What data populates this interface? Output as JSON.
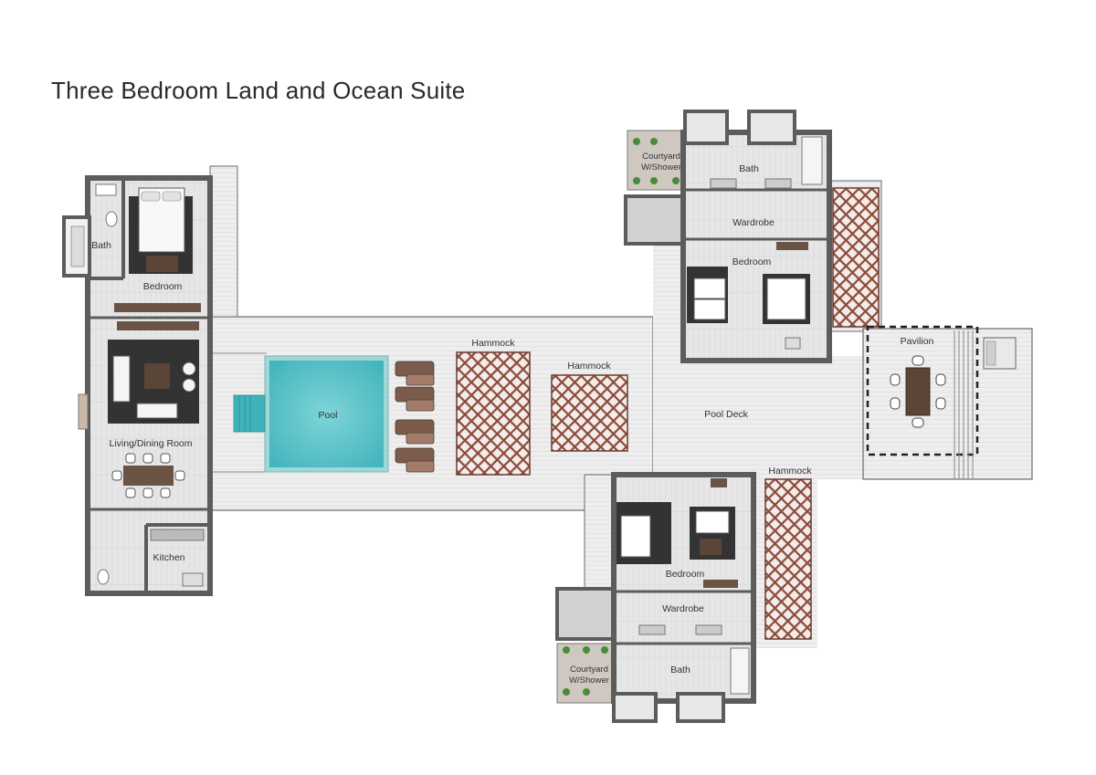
{
  "title": "Three Bedroom Land and Ocean Suite",
  "labels": {
    "bath_left": "Bath",
    "bedroom_left": "Bedroom",
    "living": "Living/Dining Room",
    "kitchen": "Kitchen",
    "pool": "Pool",
    "hammock_1": "Hammock",
    "hammock_2": "Hammock",
    "hammock_3": "Hammock",
    "pool_deck": "Pool Deck",
    "pavilion": "Pavilion",
    "courtyard_top_1": "Courtyard",
    "courtyard_top_2": "W/Shower",
    "bath_top": "Bath",
    "wardrobe_top": "Wardrobe",
    "bedroom_top": "Bedroom",
    "bedroom_bottom": "Bedroom",
    "wardrobe_bottom": "Wardrobe",
    "bath_bottom": "Bath",
    "courtyard_bottom_1": "Courtyard",
    "courtyard_bottom_2": "W/Shower"
  },
  "colors": {
    "wall": "#5c5c5c",
    "floor": "#e3e3e3",
    "deck": "#ededed",
    "pool": "#5ec3c9",
    "pool_edge": "#8fd3d6",
    "hammock": "#8b4a3a",
    "rug": "#2a2a2a",
    "wood": "#6b5346",
    "plant": "#4c8a3a"
  }
}
